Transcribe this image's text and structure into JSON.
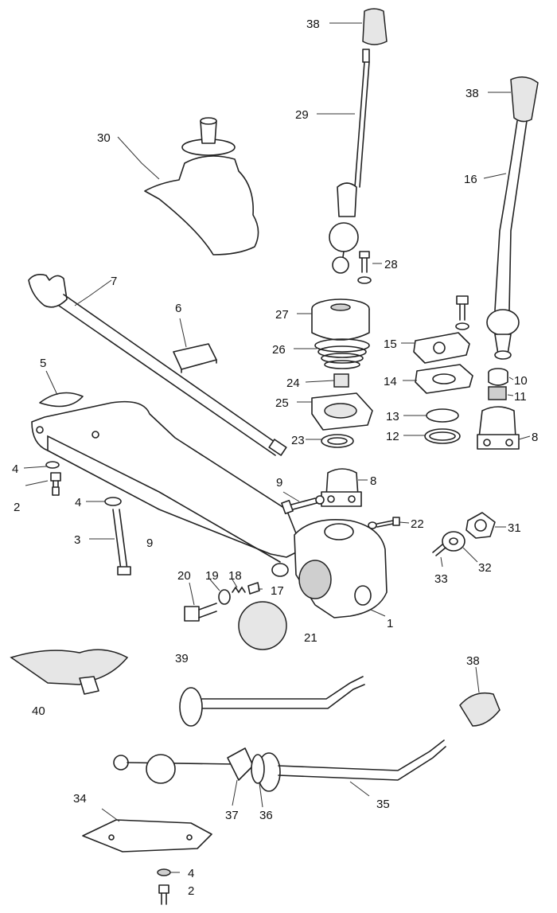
{
  "callouts": [
    "38",
    "29",
    "28",
    "30",
    "38",
    "16",
    "7",
    "6",
    "27",
    "26",
    "15",
    "14",
    "10",
    "11",
    "24",
    "25",
    "13",
    "12",
    "8",
    "5",
    "23",
    "9",
    "8",
    "4",
    "2",
    "4",
    "3",
    "9",
    "22",
    "31",
    "33",
    "32",
    "20",
    "19",
    "18",
    "17",
    "1",
    "21",
    "39",
    "38",
    "40",
    "35",
    "37",
    "36",
    "34",
    "4",
    "2"
  ],
  "colors": {
    "ink": "#222222",
    "paper": "#ffffff",
    "shade": "#cfcfcf"
  }
}
